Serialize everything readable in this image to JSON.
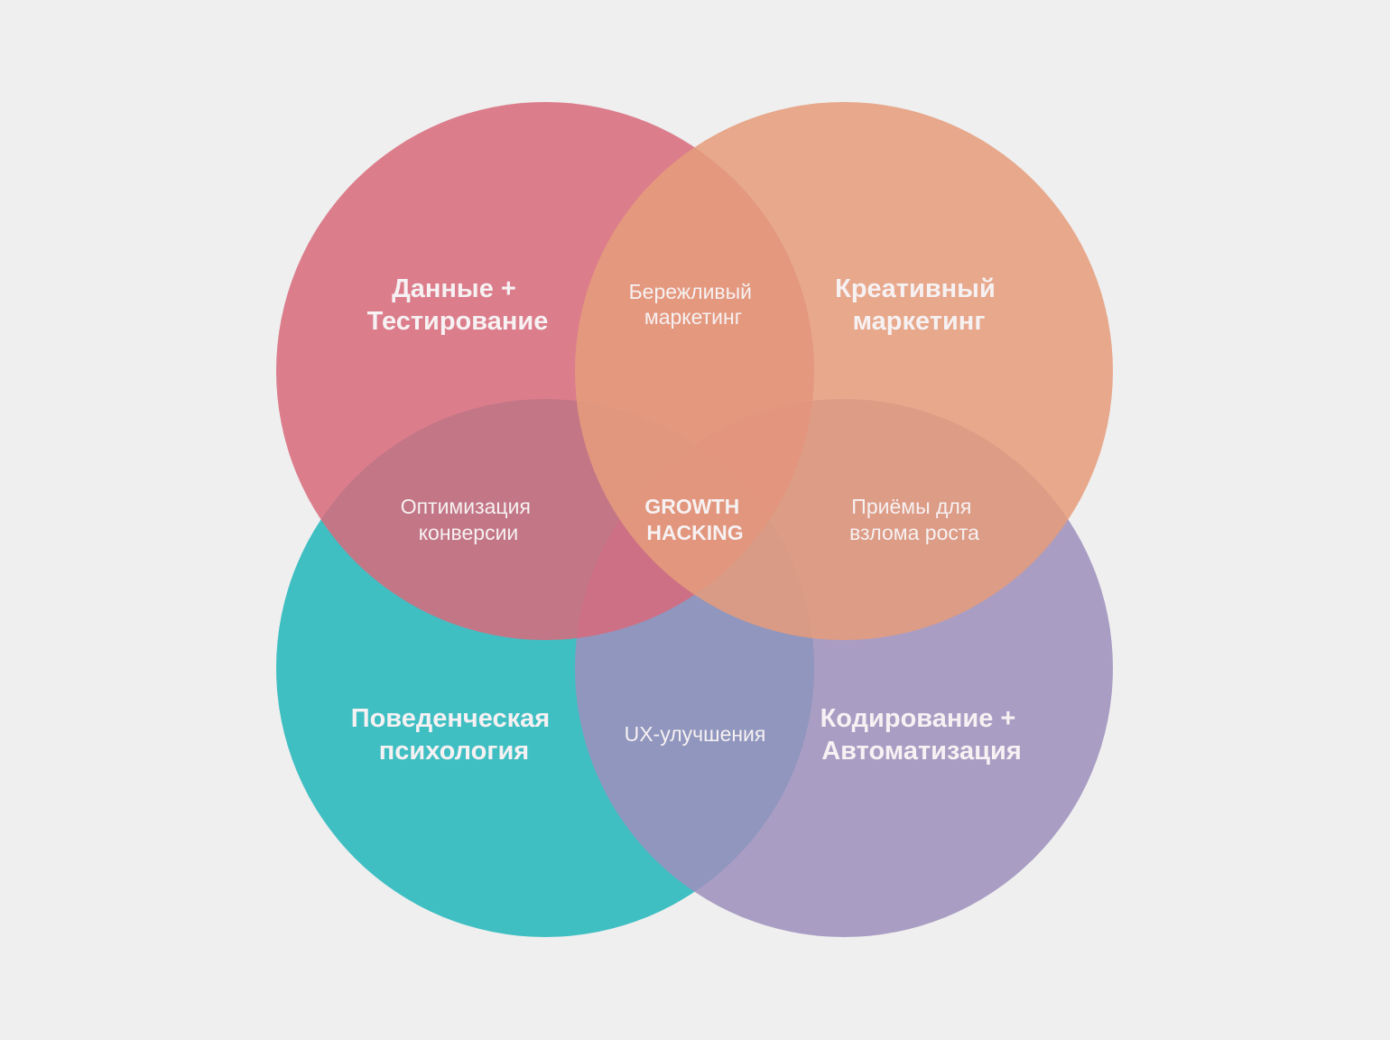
{
  "circles": [
    {
      "id": "data-testing",
      "lines": [
        "Данные +",
        "Тестирование"
      ],
      "color": "#d86a7c"
    },
    {
      "id": "creative-marketing",
      "lines": [
        "Креативный",
        "маркетинг"
      ],
      "color": "#e59c7c"
    },
    {
      "id": "behavioral-psychology",
      "lines": [
        "Поведенческая",
        "психология"
      ],
      "color": "#1ab4ba"
    },
    {
      "id": "coding-automation",
      "lines": [
        "Кодирование +",
        "Автоматизация"
      ],
      "color": "#9d8fbd"
    }
  ],
  "overlaps": {
    "lean_marketing": [
      "Бережливый",
      "маркетинг"
    ],
    "conversion_optimization": [
      "Оптимизация",
      "конверсии"
    ],
    "growth_hacks": [
      "Приёмы для",
      "взлома роста"
    ],
    "ux_improvements": [
      "UX-улучшения"
    ]
  },
  "center": [
    "GROWTH",
    "HACKING"
  ],
  "colors": {
    "background": "#efefef",
    "label_text": "#f6f1f2"
  }
}
